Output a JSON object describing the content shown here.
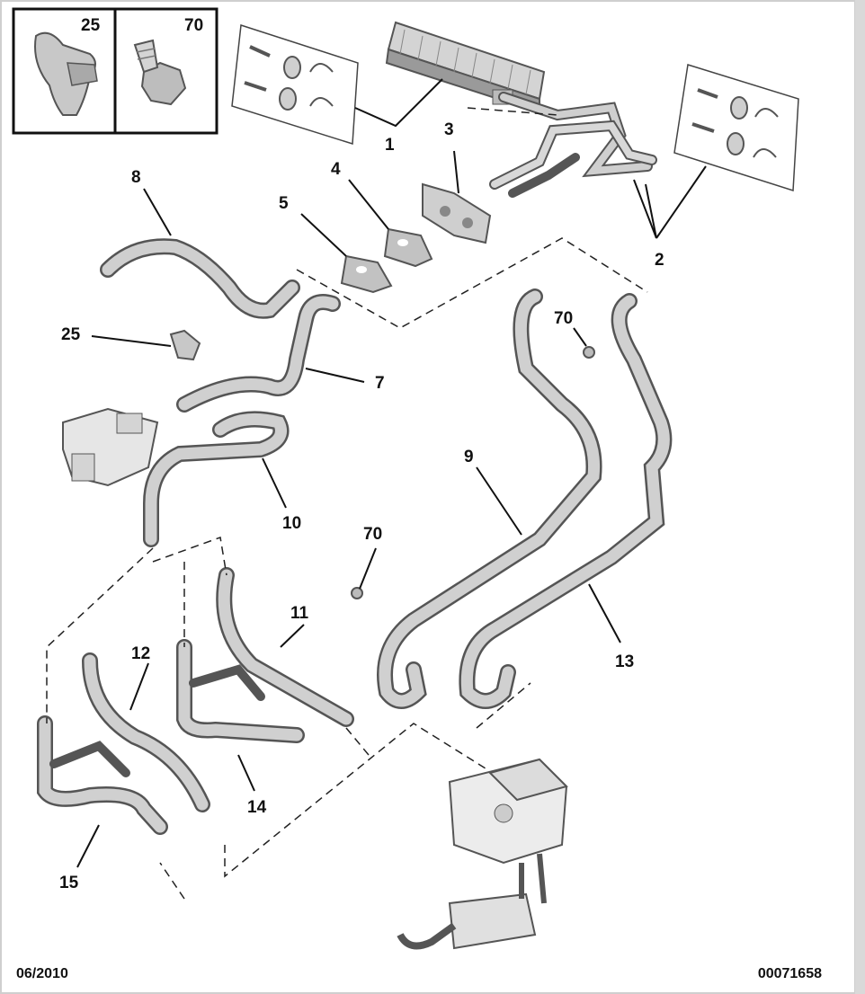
{
  "callouts": {
    "c1": "1",
    "c2": "2",
    "c3": "3",
    "c4": "4",
    "c5": "5",
    "c7": "7",
    "c8": "8",
    "c9": "9",
    "c10": "10",
    "c11": "11",
    "c12": "12",
    "c13": "13",
    "c14": "14",
    "c15": "15",
    "c25": "25",
    "c70a": "70",
    "c70b": "70",
    "inset25": "25",
    "inset70": "70"
  },
  "footer": {
    "date": "06/2010",
    "ref": "00071658"
  },
  "colors": {
    "part_fill": "#c8c8c8",
    "part_stroke": "#555555",
    "leader": "#111111",
    "frame": "#bdbdbd"
  }
}
